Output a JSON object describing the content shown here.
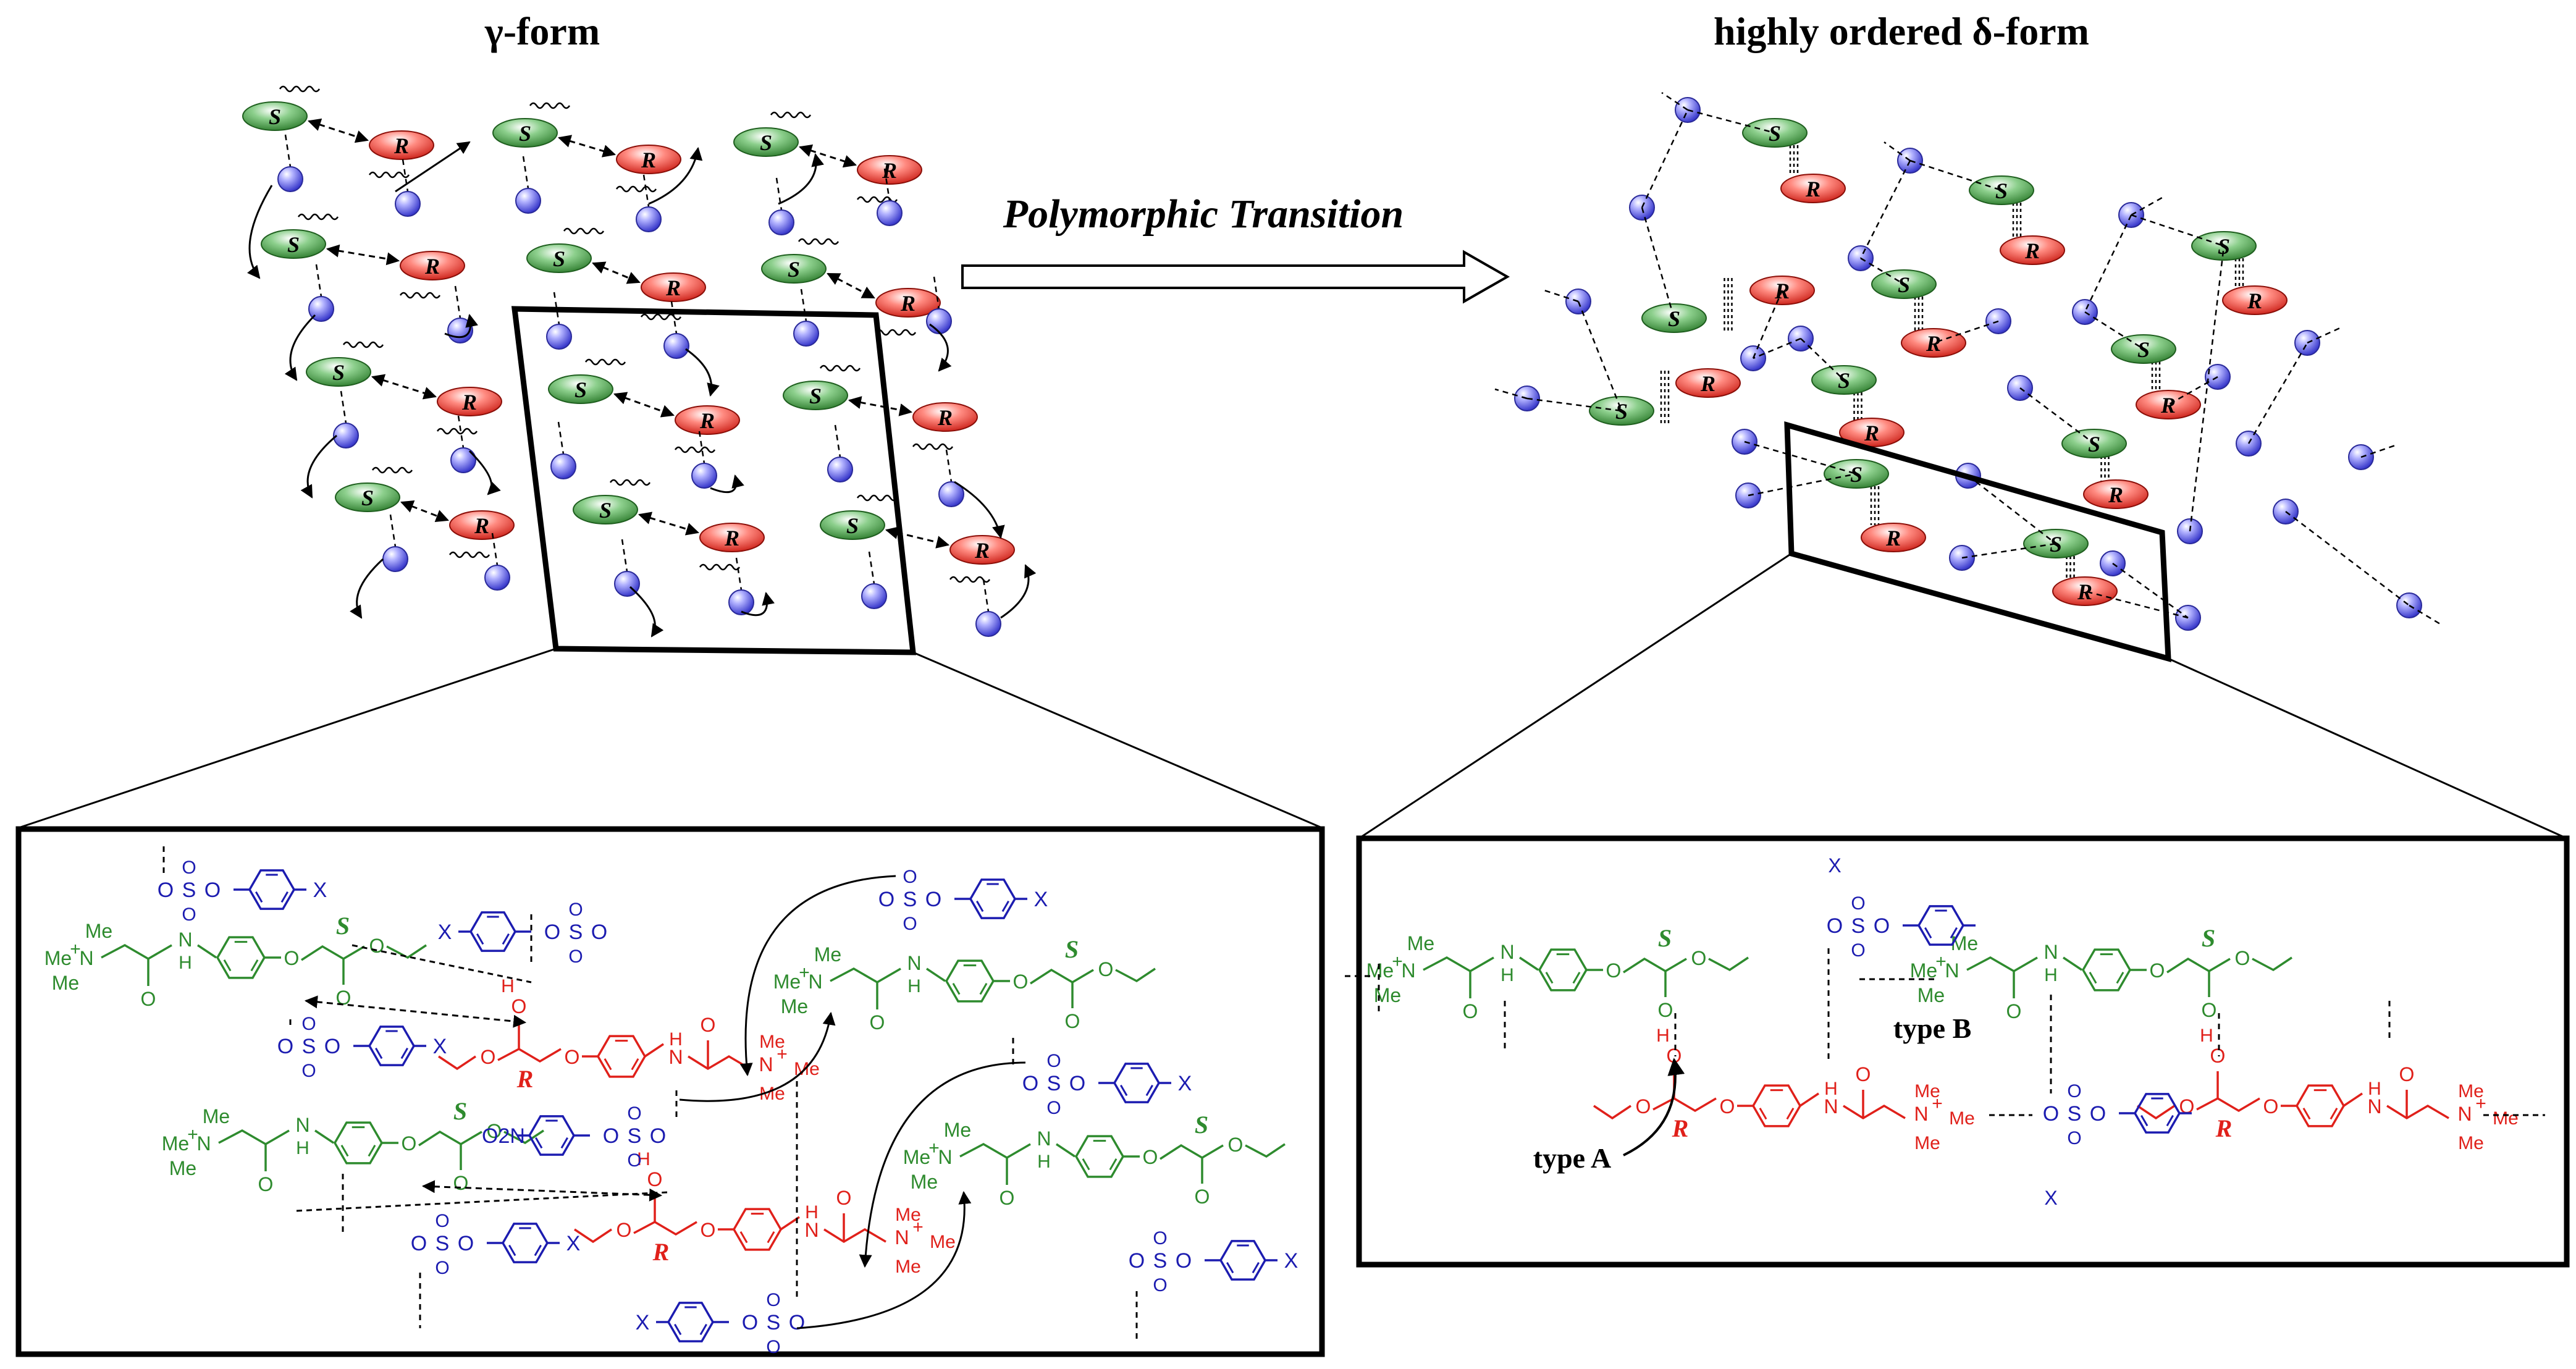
{
  "labels": {
    "gamma_title": "γ-form",
    "delta_title": "highly ordered δ-form",
    "transition": "Polymorphic Transition",
    "type_a": "type A",
    "type_b": "type B"
  },
  "symbols": {
    "s": "S",
    "r": "R"
  },
  "chem": {
    "me": "Me",
    "n": "N",
    "plus": "+",
    "h": "H",
    "o": "O",
    "oh": "OH",
    "ho": "HO",
    "x": "X",
    "o2n": "O2N",
    "s": "S"
  },
  "colors": {
    "green": "#2e8b2e",
    "red": "#e0201a",
    "blue": "#1c1cb0",
    "sphere": "#7b7bf0",
    "ellipse_green": "#3f9a3f",
    "ellipse_red": "#e23a30",
    "ink": "#000000"
  },
  "icons": [
    "sphere-icon",
    "ellipse-s-icon",
    "ellipse-r-icon",
    "arrow-icon",
    "curved-arrow-icon"
  ]
}
